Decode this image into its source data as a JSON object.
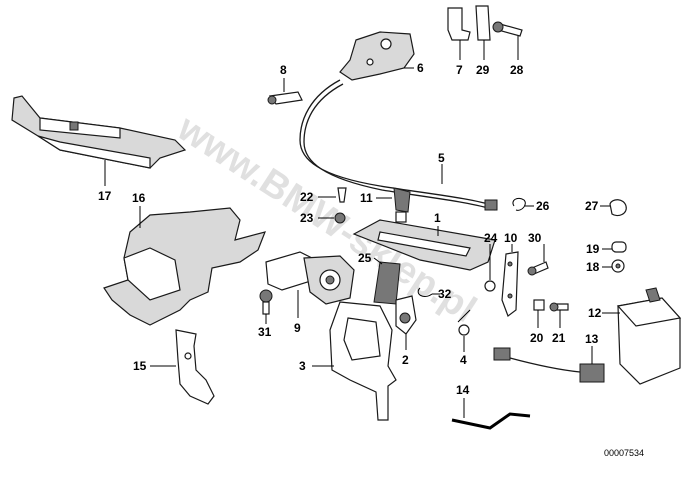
{
  "diagram": {
    "watermark": "www.BMW-sklep.pl",
    "image_code": "00007534",
    "labels": [
      "1",
      "2",
      "3",
      "4",
      "5",
      "6",
      "7",
      "8",
      "9",
      "10",
      "11",
      "12",
      "13",
      "14",
      "15",
      "16",
      "17",
      "18",
      "19",
      "20",
      "21",
      "22",
      "23",
      "24",
      "25",
      "26",
      "27",
      "28",
      "29",
      "30",
      "31",
      "32"
    ]
  }
}
